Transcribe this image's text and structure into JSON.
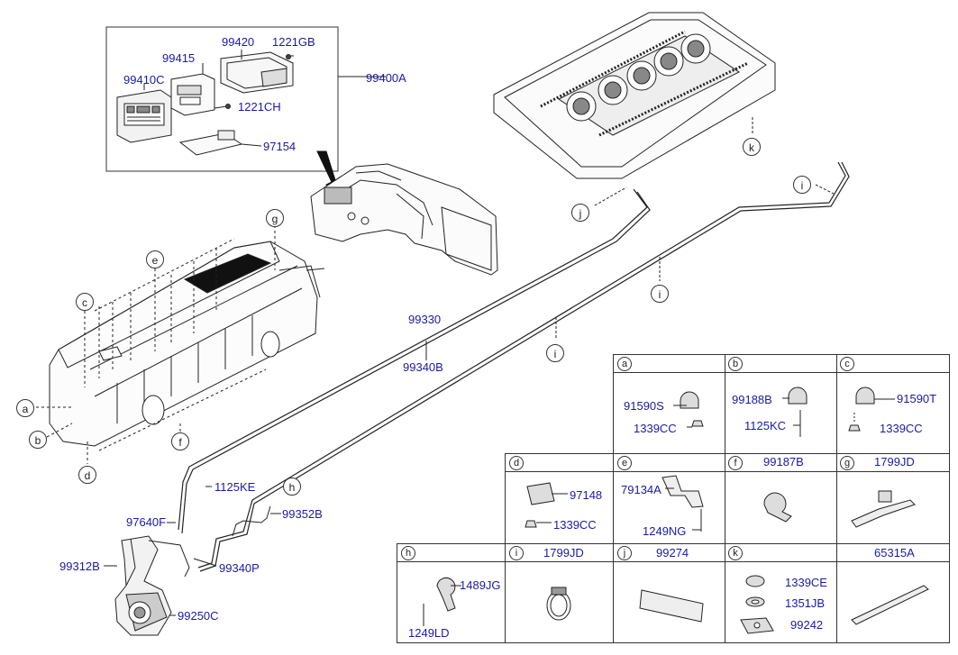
{
  "detail_box": {
    "parts": {
      "p99420": "99420",
      "p1221GB": "1221GB",
      "p99415": "99415",
      "p99410C": "99410C",
      "p99400A": "99400A",
      "p1221CH": "1221CH",
      "p97154": "97154"
    }
  },
  "main": {
    "parts": {
      "p99330": "99330",
      "p99340B": "99340B",
      "p1125KE": "1125KE",
      "p97640F": "97640F",
      "p99352B": "99352B",
      "p99312B": "99312B",
      "p99340P": "99340P",
      "p99250C": "99250C"
    },
    "refs": {
      "a": "a",
      "b": "b",
      "c": "c",
      "d": "d",
      "e": "e",
      "f": "f",
      "g": "g",
      "h": "h",
      "i1": "i",
      "i2": "i",
      "i3": "i",
      "j": "j",
      "k": "k"
    }
  },
  "table": {
    "row1": [
      {
        "letter": "a",
        "parts": [
          "91590S",
          "1339CC"
        ]
      },
      {
        "letter": "b",
        "parts": [
          "99188B",
          "1125KC"
        ]
      },
      {
        "letter": "c",
        "parts": [
          "91590T",
          "1339CC"
        ]
      }
    ],
    "row2": [
      {
        "letter": "d",
        "parts": [
          "97148",
          "1339CC"
        ]
      },
      {
        "letter": "e",
        "parts": [
          "79134A",
          "1249NG"
        ]
      },
      {
        "letter": "f",
        "header": "99187B"
      },
      {
        "letter": "g",
        "header": "1799JD"
      }
    ],
    "row3": [
      {
        "letter": "h",
        "parts": [
          "1489JG",
          "1249LD"
        ]
      },
      {
        "letter": "i",
        "header": "1799JD"
      },
      {
        "letter": "j",
        "header": "99274"
      },
      {
        "letter": "k",
        "parts": [
          "1339CE",
          "1351JB",
          "99242"
        ]
      },
      {
        "letter": "",
        "header": "65315A"
      }
    ]
  }
}
